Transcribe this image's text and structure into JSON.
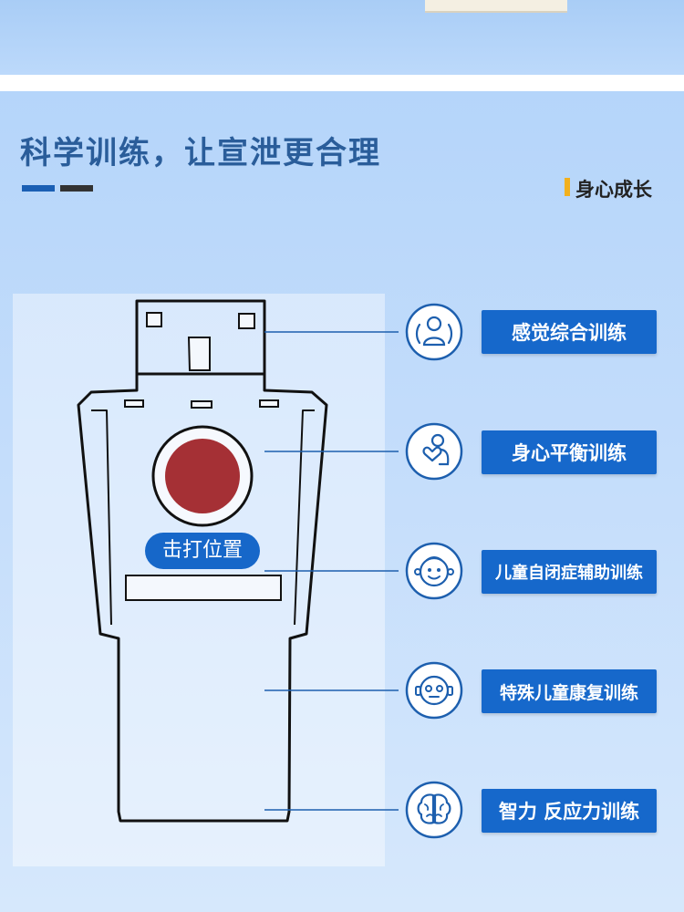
{
  "header": {
    "title": "科学训练，让宣泄更合理",
    "tag": "身心成长"
  },
  "target": {
    "strike_label": "击打位置"
  },
  "features": [
    {
      "label": "感觉综合训练",
      "icon": "person-sensory-icon"
    },
    {
      "label": "身心平衡训练",
      "icon": "heart-hand-icon"
    },
    {
      "label": "儿童自闭症辅助训练",
      "icon": "child-face-icon"
    },
    {
      "label": "特殊儿童康复训练",
      "icon": "robot-face-icon"
    },
    {
      "label": "智力 反应力训练",
      "icon": "brain-icon"
    }
  ],
  "colors": {
    "accent_blue": "#1668cb",
    "title_blue": "#2a5d9a",
    "tag_accent": "#f2b01e",
    "target_red": "#a53035"
  }
}
